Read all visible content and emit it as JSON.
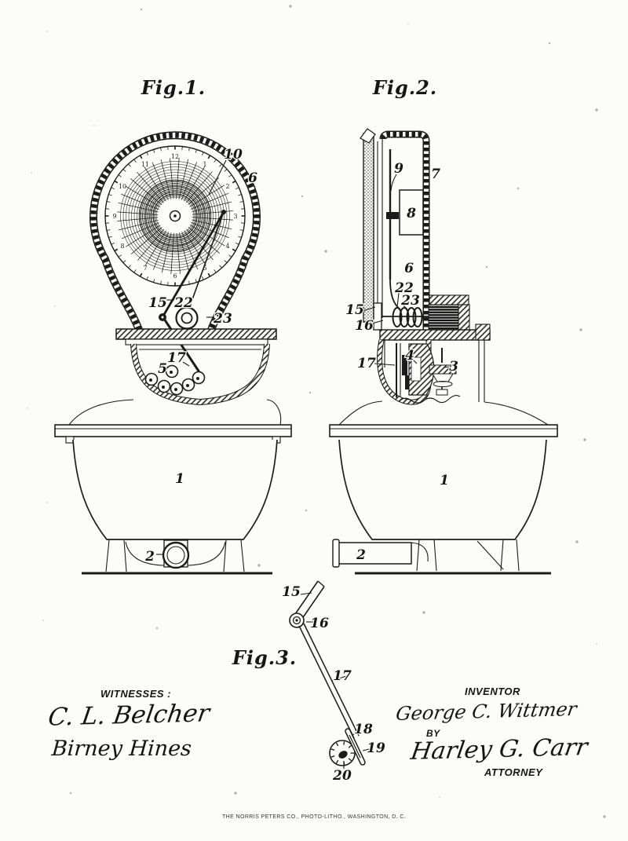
{
  "page": {
    "paper_color": "#fcfcfa",
    "ink_color": "#1b1b1b"
  },
  "figure1": {
    "label": "Fig.1.",
    "dial_numbers": [
      "1",
      "2",
      "3",
      "4",
      "5",
      "6",
      "7",
      "8",
      "9",
      "10",
      "11",
      "12"
    ],
    "part_labels": {
      "p10": "10",
      "p6": "6",
      "p15": "15",
      "p22": "22",
      "p23": "23",
      "p17": "17",
      "p5": "5",
      "p1": "1",
      "p2": "2"
    }
  },
  "figure2": {
    "label": "Fig.2.",
    "part_labels": {
      "p9": "9",
      "p7": "7",
      "p8": "8",
      "p6": "6",
      "p22": "22",
      "p23": "23",
      "p15": "15",
      "p16": "16",
      "p17": "17",
      "p4": "4",
      "p3": "3",
      "p1": "1",
      "p2": "2"
    }
  },
  "figure3": {
    "label": "Fig.3.",
    "part_labels": {
      "p15": "15",
      "p16": "16",
      "p17": "17",
      "p18": "18",
      "p19": "19",
      "p20": "20"
    }
  },
  "witnesses": {
    "heading": "WITNESSES :",
    "signatures": [
      "C. L. Belcher",
      "Birney Hines"
    ]
  },
  "inventor": {
    "heading": "INVENTOR",
    "name_signature": "George C. Wittmer",
    "by_label": "BY",
    "attorney_signature": "Harley G. Carr",
    "attorney_label": "ATTORNEY"
  },
  "imprint": "THE NORRIS PETERS CO., PHOTO-LITHO., WASHINGTON, D. C."
}
